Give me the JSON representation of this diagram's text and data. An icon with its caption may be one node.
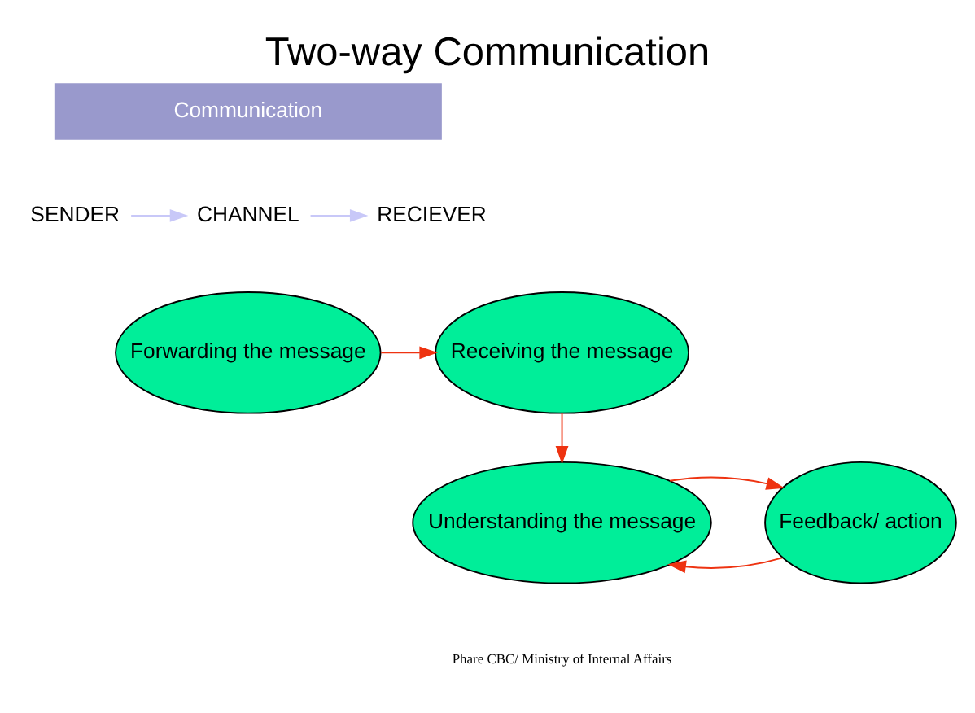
{
  "diagram": {
    "title": "Two-way Communication",
    "nodes": [
      {
        "text": [
          "Communication"
        ]
      },
      {
        "text": [
          "SENDER"
        ]
      },
      {
        "text": [
          "CHANNEL"
        ]
      },
      {
        "text": [
          "RECIEVER"
        ]
      },
      {
        "text": [
          "Forwarding the message"
        ]
      },
      {
        "text": [
          "Receiving the message"
        ]
      },
      {
        "text": [
          "Understanding the message"
        ]
      },
      {
        "text": [
          "Feedback/ action"
        ]
      }
    ],
    "edges": [
      {
        "from": 1,
        "to": 2,
        "arrow": "to",
        "color": "#c8c8f8"
      },
      {
        "from": 2,
        "to": 3,
        "arrow": "to",
        "color": "#c8c8f8"
      },
      {
        "from": 4,
        "to": 5,
        "arrow": "to"
      },
      {
        "from": 5,
        "to": 6,
        "arrow": "to"
      },
      {
        "from": 7,
        "to": 6,
        "arrow": "to"
      },
      {
        "from": 6,
        "to": 7,
        "arrow": "to"
      }
    ],
    "labels": [
      "Phare CBC/ Ministry of Internal Affairs"
    ]
  }
}
